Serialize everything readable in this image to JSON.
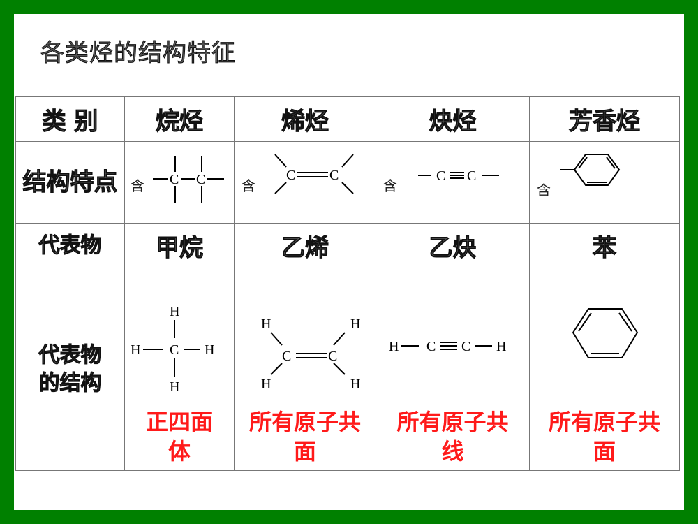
{
  "title": "各类烃的结构特征",
  "table": {
    "row_headers": [
      "类  别",
      "结构特点",
      "代表物",
      "代表物的结构"
    ],
    "columns": [
      {
        "category": "烷烃",
        "feature_prefix": "含",
        "representative": "甲烷",
        "geometry": "正四面体"
      },
      {
        "category": "烯烃",
        "feature_prefix": "含",
        "representative": "乙烯",
        "geometry": "所有原子共面"
      },
      {
        "category": "炔烃",
        "feature_prefix": "含",
        "representative": "乙炔",
        "geometry": "所有原子共线"
      },
      {
        "category": "芳香烃",
        "feature_prefix": "含",
        "representative": "苯",
        "geometry": "所有原子共面"
      }
    ],
    "atoms": {
      "carbon": "C",
      "hydrogen": "H"
    }
  },
  "colors": {
    "border": "#008000",
    "highlight": "#ff1a1a"
  }
}
